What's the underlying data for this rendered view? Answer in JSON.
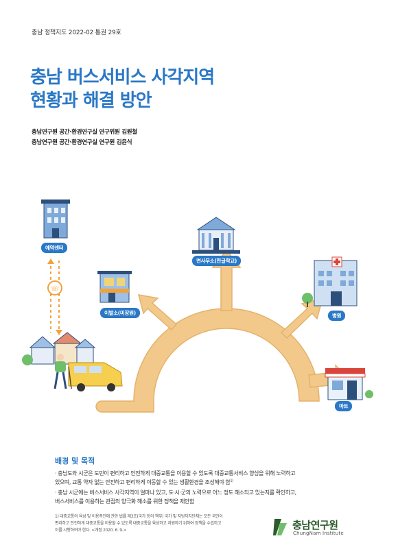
{
  "header": {
    "series": "충남 정책지도 2022-02 통권 29호"
  },
  "title": {
    "line1": "충남 버스서비스 사각지역",
    "line2": "현황과 해결 방안"
  },
  "authors": [
    "충남연구원 공간·환경연구실 연구위원 김원철",
    "충남연구원 공간·환경연구실 연구원 김윤식"
  ],
  "illustration": {
    "labels": {
      "call_center": "예약센터",
      "office": "면사무소(한글학교)",
      "barber": "이발소(미장원)",
      "hospital": "병원",
      "mart": "마트"
    },
    "colors": {
      "path": "#f2c98a",
      "accent": "#2a78c6",
      "bus": "#f5cf4d"
    }
  },
  "section": {
    "title": "배경 및 목적",
    "bullets": [
      "· 충남도와 시군은 도민이 편리하고 안전하게 대중교통을 이용할 수 있도록 대중교통서비스 향상을 위해 노력하고",
      "  있으며, 교통 약자 없는 안전하고 편리하게 이동할 수 있는 생활환경을 조성해야 함",
      "· 충남 시군에는 버스서비스 사각지역이 얼마나 있고, 도·시·군의 노력으로 어느 정도 해소되고 있는지를 확인하고,",
      "  버스서비스를 이용하는 관점의 양극화 해소를 위한 정책을 제안함"
    ],
    "footnote_mark": "1)",
    "footnote": [
      "1) 대중교통의 육성 및 이용촉진에 관한 법률 제3조(국가 등의 책무) 국가 및 지방자치단체는 모든 국민이",
      "편리하고 안전하게 대중교통을 이용할 수 있도록 대중교통을 육성하고 지원하기 위하여 정책을 수립하고",
      "이를 시행하여야 한다. <개정 2020. 6. 9.>"
    ]
  },
  "logo": {
    "name": "충남연구원",
    "english": "ChungNam Institute"
  }
}
